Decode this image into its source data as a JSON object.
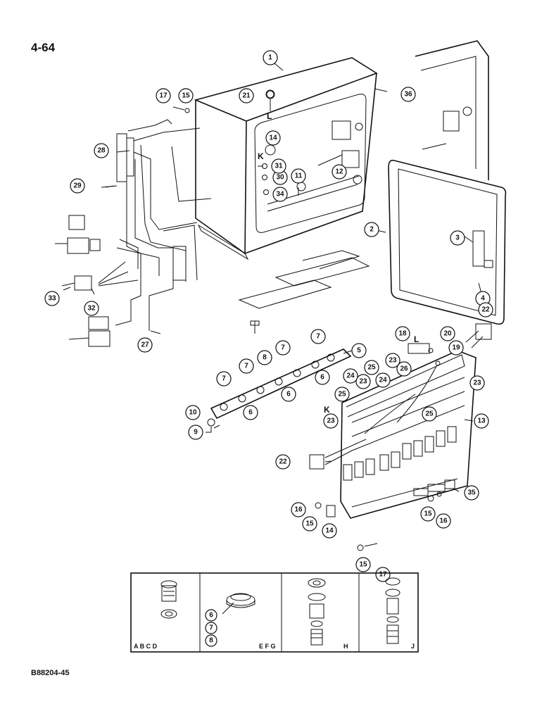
{
  "page_label": "4-64",
  "figure_code": "B88204-45",
  "letter_labels": {
    "L_top": "L",
    "K_top": "K",
    "L_board": "L",
    "K_board": "K"
  },
  "callouts": [
    {
      "id": "c1",
      "n": "1"
    },
    {
      "id": "c2",
      "n": "2"
    },
    {
      "id": "c3",
      "n": "3"
    },
    {
      "id": "c4",
      "n": "4"
    },
    {
      "id": "c5",
      "n": "5"
    },
    {
      "id": "c6a",
      "n": "6"
    },
    {
      "id": "c6b",
      "n": "6"
    },
    {
      "id": "c6c",
      "n": "6"
    },
    {
      "id": "c7a",
      "n": "7"
    },
    {
      "id": "c7b",
      "n": "7"
    },
    {
      "id": "c7c",
      "n": "7"
    },
    {
      "id": "c7d",
      "n": "7"
    },
    {
      "id": "c8",
      "n": "8"
    },
    {
      "id": "c9",
      "n": "9"
    },
    {
      "id": "c10",
      "n": "10"
    },
    {
      "id": "c11",
      "n": "11"
    },
    {
      "id": "c12",
      "n": "12"
    },
    {
      "id": "c13",
      "n": "13"
    },
    {
      "id": "c14a",
      "n": "14"
    },
    {
      "id": "c14b",
      "n": "14"
    },
    {
      "id": "c15a",
      "n": "15"
    },
    {
      "id": "c15b",
      "n": "15"
    },
    {
      "id": "c15c",
      "n": "15"
    },
    {
      "id": "c15d",
      "n": "15"
    },
    {
      "id": "c16a",
      "n": "16"
    },
    {
      "id": "c16b",
      "n": "16"
    },
    {
      "id": "c17a",
      "n": "17"
    },
    {
      "id": "c17b",
      "n": "17"
    },
    {
      "id": "c18",
      "n": "18"
    },
    {
      "id": "c19",
      "n": "19"
    },
    {
      "id": "c20",
      "n": "20"
    },
    {
      "id": "c21",
      "n": "21"
    },
    {
      "id": "c22a",
      "n": "22"
    },
    {
      "id": "c22b",
      "n": "22"
    },
    {
      "id": "c23a",
      "n": "23"
    },
    {
      "id": "c23b",
      "n": "23"
    },
    {
      "id": "c23c",
      "n": "23"
    },
    {
      "id": "c23d",
      "n": "23"
    },
    {
      "id": "c24a",
      "n": "24"
    },
    {
      "id": "c24b",
      "n": "24"
    },
    {
      "id": "c25a",
      "n": "25"
    },
    {
      "id": "c25b",
      "n": "25"
    },
    {
      "id": "c25c",
      "n": "25"
    },
    {
      "id": "c26",
      "n": "26"
    },
    {
      "id": "c27",
      "n": "27"
    },
    {
      "id": "c28",
      "n": "28"
    },
    {
      "id": "c29",
      "n": "29"
    },
    {
      "id": "c30",
      "n": "30"
    },
    {
      "id": "c31",
      "n": "31"
    },
    {
      "id": "c32",
      "n": "32"
    },
    {
      "id": "c33",
      "n": "33"
    },
    {
      "id": "c34",
      "n": "34"
    },
    {
      "id": "c35",
      "n": "35"
    },
    {
      "id": "c36",
      "n": "36"
    }
  ],
  "inset": {
    "captions": [
      "A B C D",
      "E F G",
      "H",
      "J"
    ],
    "efg_callouts": [
      "6",
      "7",
      "8"
    ]
  }
}
